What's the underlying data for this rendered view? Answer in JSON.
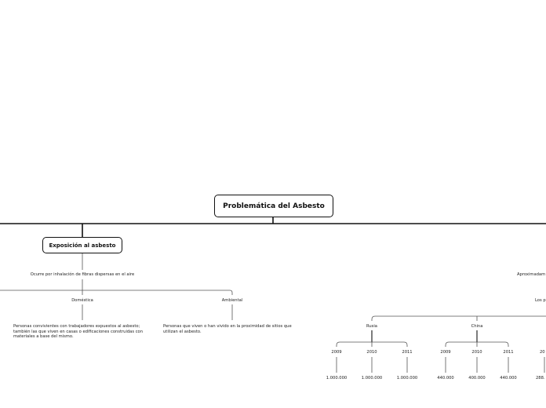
{
  "root": {
    "title": "Problemática del Asbesto"
  },
  "exposure": {
    "title": "Exposición al asbesto",
    "description": "Ocurre por inhalación de fibras dispersas en el aire",
    "types": [
      {
        "name": "Doméstica",
        "description": "Personas convivientes con trabajadores expuestos al asbesto; también las que viven en casas o edificaciones construidas con materiales a base del mismo."
      },
      {
        "name": "Ambiental",
        "description": "Personas que viven o han vivido en la proximidad de sitios que utilizan el asbesto."
      }
    ]
  },
  "production": {
    "label_partial": "Aproximadam",
    "sublabel_partial": "Los p",
    "countries": [
      {
        "name": "Rusia",
        "years": [
          "2009",
          "2010",
          "2011"
        ],
        "values": [
          "1.000.000",
          "1.000.000",
          "1.000.000"
        ]
      },
      {
        "name": "China",
        "years": [
          "2009",
          "2010",
          "2011"
        ],
        "values": [
          "440.000",
          "400.000",
          "440.000"
        ]
      },
      {
        "name": "",
        "years": [
          "20"
        ],
        "values": [
          "288."
        ]
      }
    ]
  }
}
